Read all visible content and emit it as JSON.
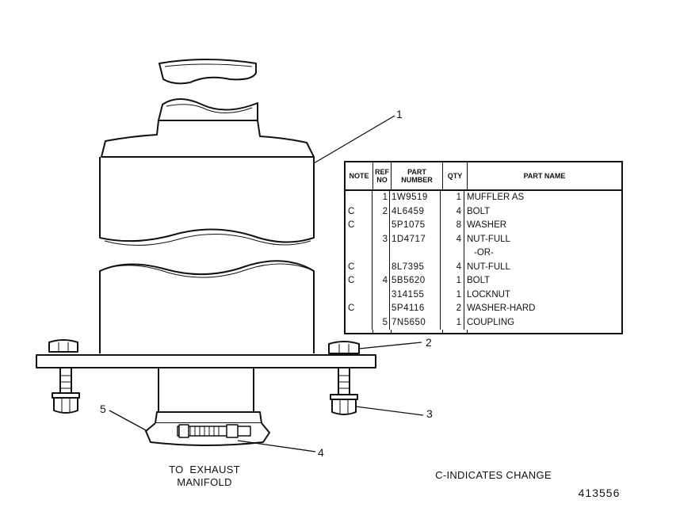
{
  "callouts": [
    "1",
    "2",
    "3",
    "4",
    "5"
  ],
  "table": {
    "headers": {
      "note": "NOTE",
      "ref": "REF NO",
      "part_number": "PART NUMBER",
      "qty": "QTY",
      "part_name": "PART NAME"
    },
    "rows": [
      {
        "note": "",
        "ref": "1",
        "part_number": "1W9519",
        "qty": "1",
        "part_name": "MUFFLER AS"
      },
      {
        "note": "C",
        "ref": "2",
        "part_number": "4L6459",
        "qty": "4",
        "part_name": "BOLT"
      },
      {
        "note": "C",
        "ref": "",
        "part_number": "5P1075",
        "qty": "8",
        "part_name": "WASHER"
      },
      {
        "note": "",
        "ref": "3",
        "part_number": "1D4717",
        "qty": "4",
        "part_name": "NUT-FULL"
      },
      {
        "note": "",
        "ref": "",
        "part_number": "",
        "qty": "",
        "part_name": "-OR-"
      },
      {
        "note": "C",
        "ref": "",
        "part_number": "8L7395",
        "qty": "4",
        "part_name": "NUT-FULL"
      },
      {
        "note": "C",
        "ref": "4",
        "part_number": "5B5620",
        "qty": "1",
        "part_name": "BOLT"
      },
      {
        "note": "",
        "ref": "",
        "part_number": "314155",
        "qty": "1",
        "part_name": "LOCKNUT"
      },
      {
        "note": "C",
        "ref": "",
        "part_number": "5P4116",
        "qty": "2",
        "part_name": "WASHER-HARD"
      },
      {
        "note": "",
        "ref": "5",
        "part_number": "7N5650",
        "qty": "1",
        "part_name": "COUPLING"
      }
    ]
  },
  "captions": {
    "exhaust_line1": "TO  EXHAUST",
    "exhaust_line2": "MANIFOLD",
    "change_note": "C-INDICATES CHANGE",
    "drawing_number": "413556"
  }
}
